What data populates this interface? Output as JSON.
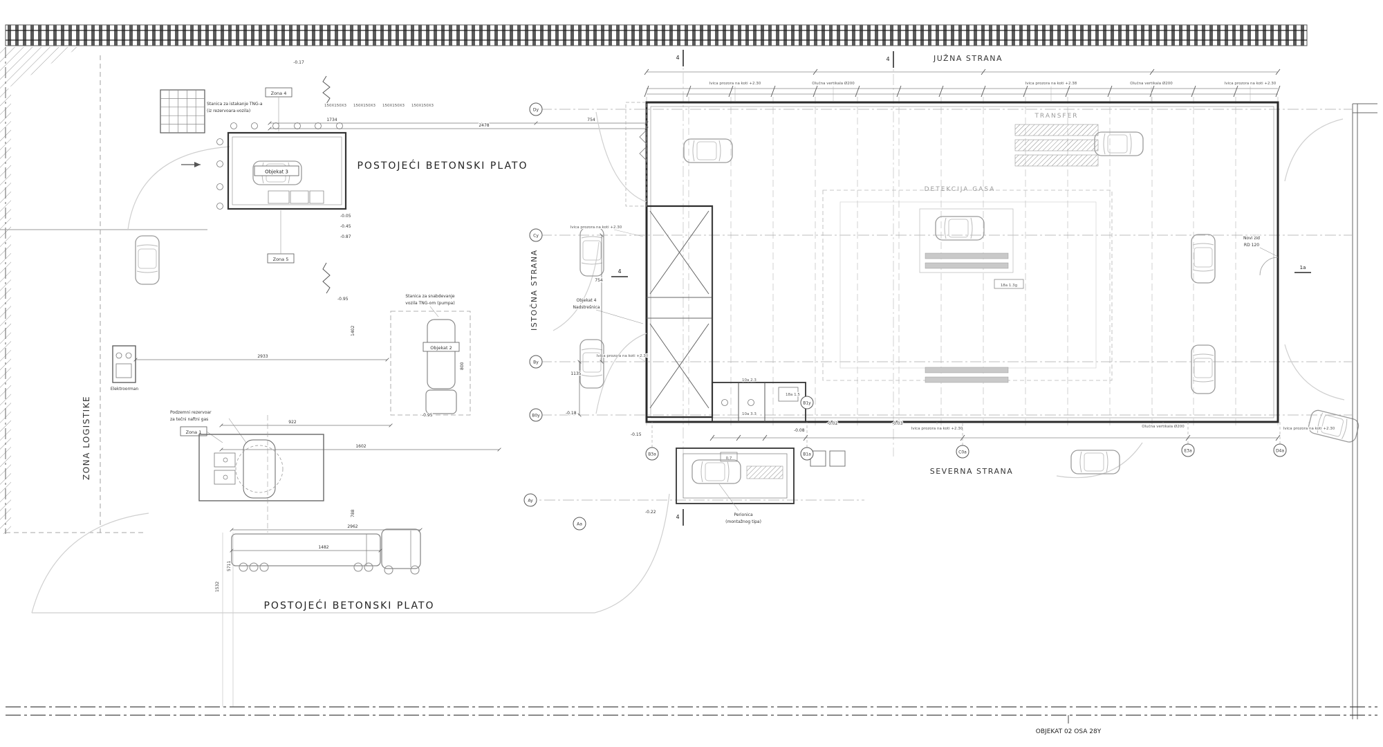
{
  "meta": {
    "frame_label": "OBJEKAT 02 OSA 28Y"
  },
  "areas": {
    "juzna_strana": "JUŽNA STRANA",
    "severna_strana": "SEVERNA STRANA",
    "istocna_strana": "ISTOČNA STRANA",
    "zona_logistike": "ZONA LOGISTIKE",
    "plato_upper": "POSTOJEĆI BETONSKI PLATO",
    "plato_lower": "POSTOJEĆI BETONSKI PLATO",
    "transfer": "TRANSFER",
    "detekcija_gasa": "DETEKCIJA GASA"
  },
  "zones": {
    "zona1": "Zona 1",
    "zona4": "Zona 4",
    "zona5": "Zona 5"
  },
  "objects": {
    "objekat2": "Objekat 2",
    "objekat3": "Objekat 3",
    "objekat4_line1": "Objekat 4",
    "objekat4_line2": "Nadstrešnica",
    "elektroorman": "Elektroorman",
    "perionica_line1": "Perionica",
    "perionica_line2": "(montažnog tipa)",
    "rezervoar_line1": "Podzemni rezervoar",
    "rezervoar_line2": "za tečni naftni gas",
    "stanica_tng_line1": "Stanica za snabdevanje",
    "stanica_tng_line2": "vozila TNG-om (pumpa)",
    "stanica_istakanje_line1": "Stanica za istakanje TNG-a",
    "stanica_istakanje_line2": "(iz rezervoara-vozila)",
    "novi_zid_line1": "Novi zid",
    "novi_zid_line2": "RD 120"
  },
  "axes": {
    "left": [
      "Dy",
      "Cy",
      "By",
      "B0y",
      "Ay",
      "Aa"
    ],
    "bottom": [
      "B3a",
      "B1a",
      "C0a",
      "E3a",
      "D4a"
    ],
    "b1y": "B1y",
    "sections": {
      "s4": "4",
      "s1a": "1a"
    }
  },
  "dims": [
    "1734",
    "2478",
    "754",
    "754",
    "1135",
    "2933",
    "922",
    "1602",
    "2962",
    "1482",
    "1532",
    "5711",
    "1402",
    "788",
    "800"
  ],
  "elevations": [
    "-0.17",
    "-0.05",
    "-0.45",
    "-0.87",
    "-0.95",
    "-0.95",
    "-0.18",
    "-0.15",
    "-0.22",
    "-0.08",
    "-0.02",
    "-0.03"
  ],
  "edge_notes": [
    "Ivica prozora na koti +2.30",
    "Olučna vertikala Ø200",
    "Ivica prozora na koti +2.38",
    "Olučna vertikala Ø200",
    "Ivica prozora na koti +2.30",
    "Ivica prozora na koti +2.30",
    "Ivica prozora na koti +2.30",
    "Ivica prozora na koti +2.30",
    "Olučna vertikala Ø200",
    "Ivica prozora na koti +2.30"
  ],
  "room_tags": [
    "10a 2.3",
    "10a 3.3",
    "18a 1.5",
    "0,7",
    "18a 1.3g"
  ],
  "profile_codes": [
    "150X150X3",
    "150X150X3",
    "150X150X3",
    "150X150X3"
  ]
}
